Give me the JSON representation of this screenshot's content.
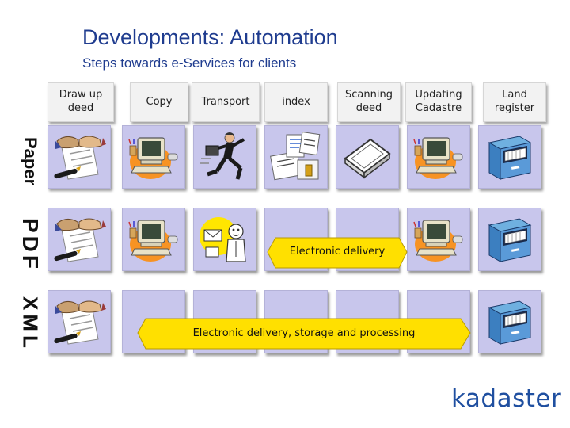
{
  "header": {
    "title": "Developments: Automation",
    "subtitle": "Steps towards e-Services for clients"
  },
  "columns": [
    {
      "label": "Draw up deed"
    },
    {
      "label": "Copy"
    },
    {
      "label": "Transport"
    },
    {
      "label": "index"
    },
    {
      "label": "Scanning deed"
    },
    {
      "label": "Updating Cadastre"
    },
    {
      "label": "Land register"
    }
  ],
  "rows": [
    {
      "label": "Paper"
    },
    {
      "label": "PDF"
    },
    {
      "label": "XML"
    }
  ],
  "arrows": {
    "pdf": "Electronic delivery",
    "xml": "Electronic delivery, storage and processing"
  },
  "logo": "kadaster",
  "colors": {
    "title": "#1f3c8f",
    "cell": "#c8c6ec",
    "arrow": "#ffe000",
    "logo": "#1f4fa0"
  },
  "icons": {
    "deed": "signing-deed-icon",
    "computer": "computer-icon",
    "courier": "running-courier-icon",
    "index": "index-documents-icon",
    "scanner": "scanner-icon",
    "mail": "email-icon",
    "cabinet": "filing-cabinet-icon"
  }
}
